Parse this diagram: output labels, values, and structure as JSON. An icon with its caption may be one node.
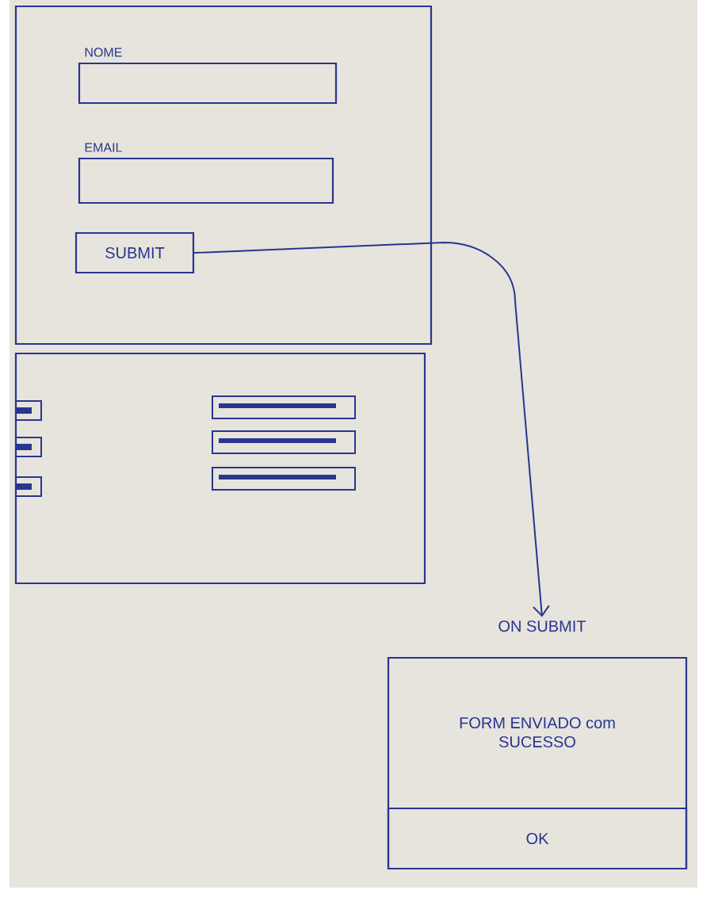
{
  "diagram": {
    "nodes": [
      {
        "text": [],
        "shape": "box"
      },
      {
        "text": [
          "NOME"
        ],
        "in": 0
      },
      {
        "text": [
          "EMAIL"
        ],
        "in": 0
      },
      {
        "text": [
          "SUBMIT"
        ],
        "in": 0
      },
      {
        "text": [],
        "shape": "box"
      },
      {
        "text": [
          "ON SUBMIT",
          "FORM ENVIADO com SUCESSO"
        ]
      },
      {
        "text": [
          "OK"
        ],
        "in": 5
      }
    ],
    "edges": [
      {
        "from": 3,
        "to": 5,
        "arrow": "to"
      }
    ]
  }
}
